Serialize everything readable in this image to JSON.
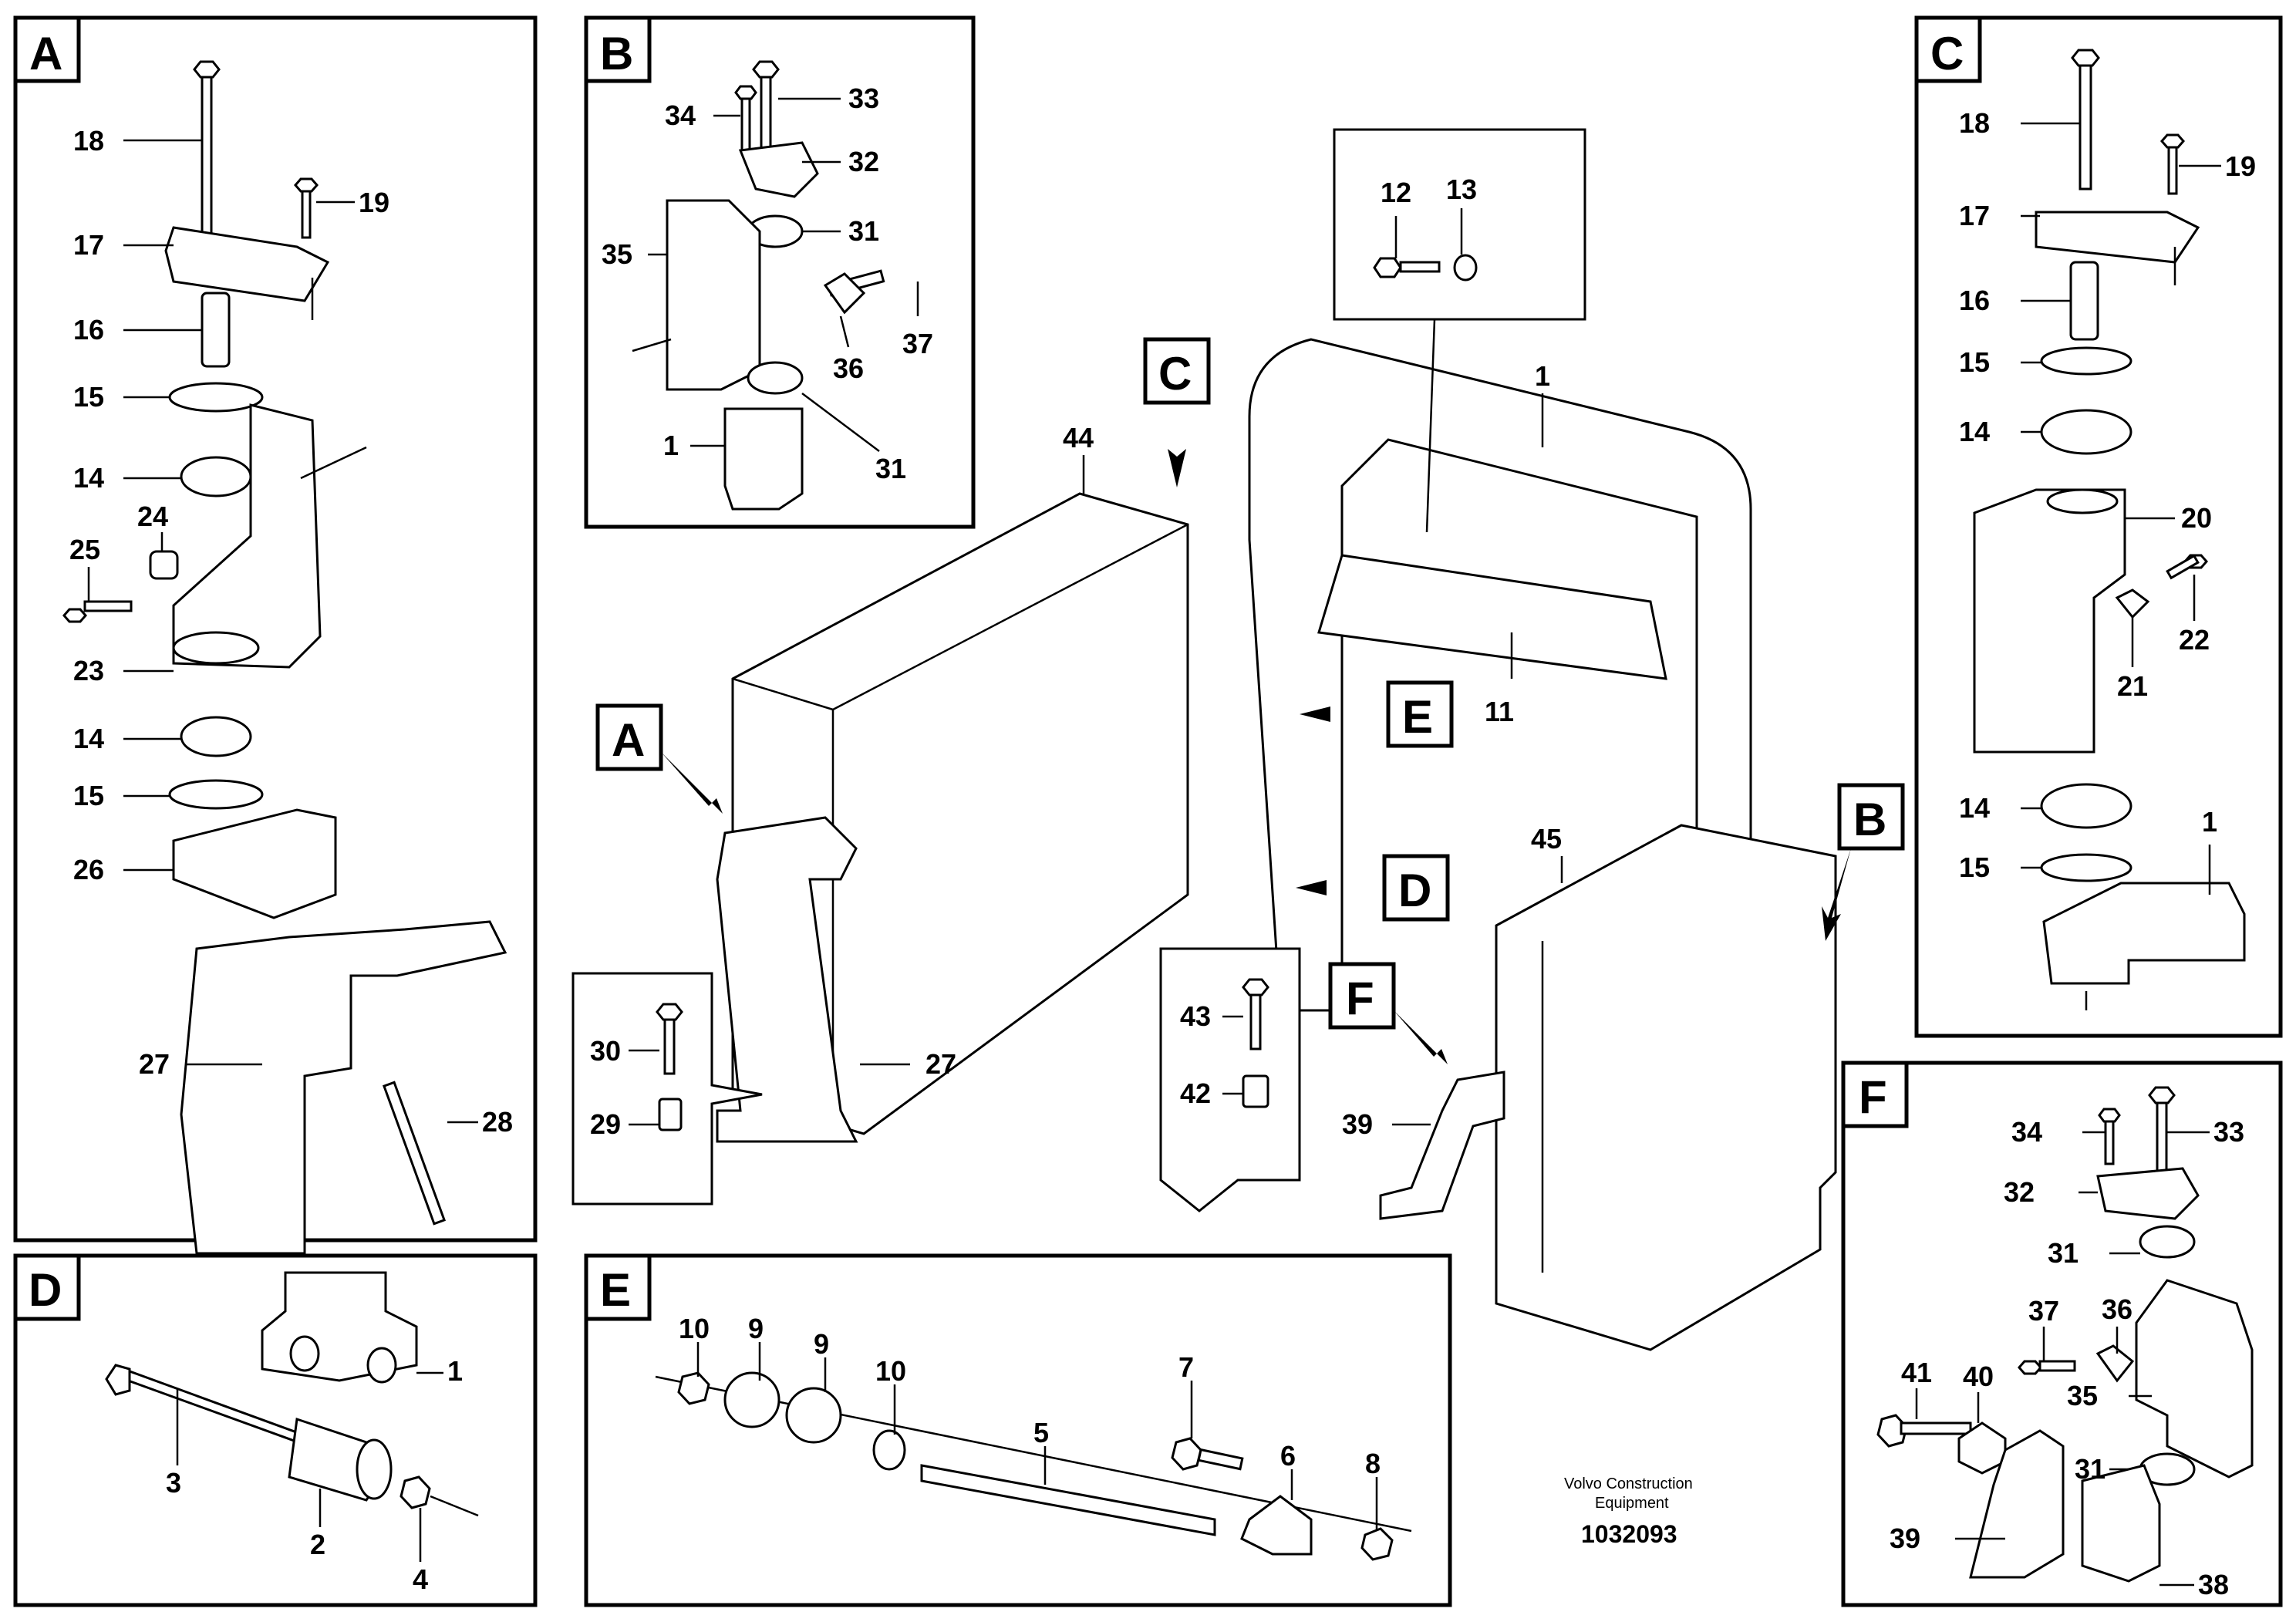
{
  "detail_labels": [
    "A",
    "B",
    "C",
    "D",
    "E",
    "F"
  ],
  "main_labels": {
    "C": "C",
    "A": "A",
    "E": "E",
    "D": "D",
    "B": "B",
    "F": "F"
  },
  "panel_A": {
    "callouts": [
      "18",
      "19",
      "17",
      "16",
      "15",
      "14",
      "24",
      "25",
      "23",
      "14",
      "15",
      "26",
      "27",
      "28"
    ]
  },
  "panel_B": {
    "callouts": [
      "34",
      "33",
      "32",
      "31",
      "35",
      "37",
      "36",
      "1",
      "31"
    ]
  },
  "panel_C": {
    "callouts": [
      "18",
      "19",
      "17",
      "16",
      "15",
      "14",
      "20",
      "22",
      "21",
      "14",
      "1",
      "15"
    ]
  },
  "panel_D": {
    "callouts": [
      "1",
      "3",
      "2",
      "4"
    ]
  },
  "panel_E": {
    "callouts": [
      "10",
      "9",
      "9",
      "10",
      "5",
      "7",
      "6",
      "8"
    ]
  },
  "panel_F": {
    "callouts": [
      "34",
      "33",
      "32",
      "31",
      "37",
      "36",
      "35",
      "41",
      "40",
      "31",
      "39",
      "38"
    ]
  },
  "main": {
    "callouts": [
      "1",
      "12",
      "13",
      "44",
      "11",
      "45",
      "27",
      "30",
      "29",
      "43",
      "42",
      "39"
    ]
  },
  "footer": {
    "company": "Volvo Construction",
    "company2": "Equipment",
    "number": "1032093"
  }
}
